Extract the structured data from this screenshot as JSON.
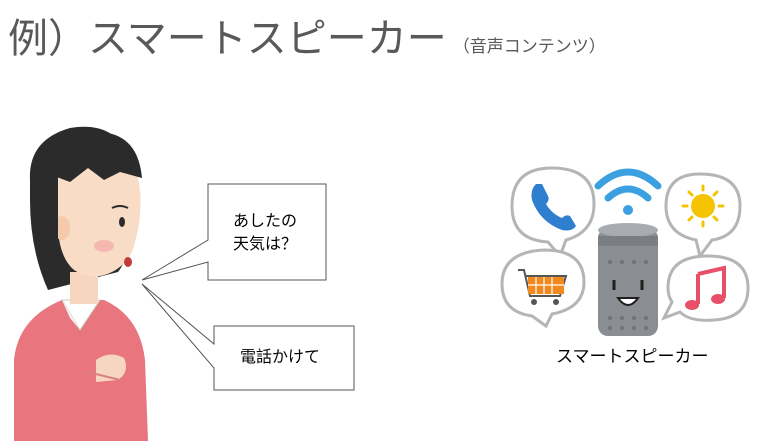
{
  "slide": {
    "title_main": "例）スマートスピーカー",
    "title_sub": "（音声コンテンツ）"
  },
  "bubbles": {
    "question_line1": "あしたの",
    "question_line2": "天気は？",
    "call": "電話かけて"
  },
  "device": {
    "label": "スマートスピーカー"
  },
  "icons": {
    "phone": "phone-icon",
    "wifi": "wifi-icon",
    "sun": "sun-icon",
    "cart": "shopping-cart-icon",
    "music": "music-note-icon"
  },
  "colors": {
    "title_text": "#595959",
    "phone_blue": "#2f7fcf",
    "wifi_blue": "#3aa0e0",
    "sun_yellow": "#f5c400",
    "cart_orange": "#f08a1e",
    "music_pink": "#e8506a",
    "speaker_gray": "#8a8d92",
    "sweater_pink": "#e9767f"
  }
}
